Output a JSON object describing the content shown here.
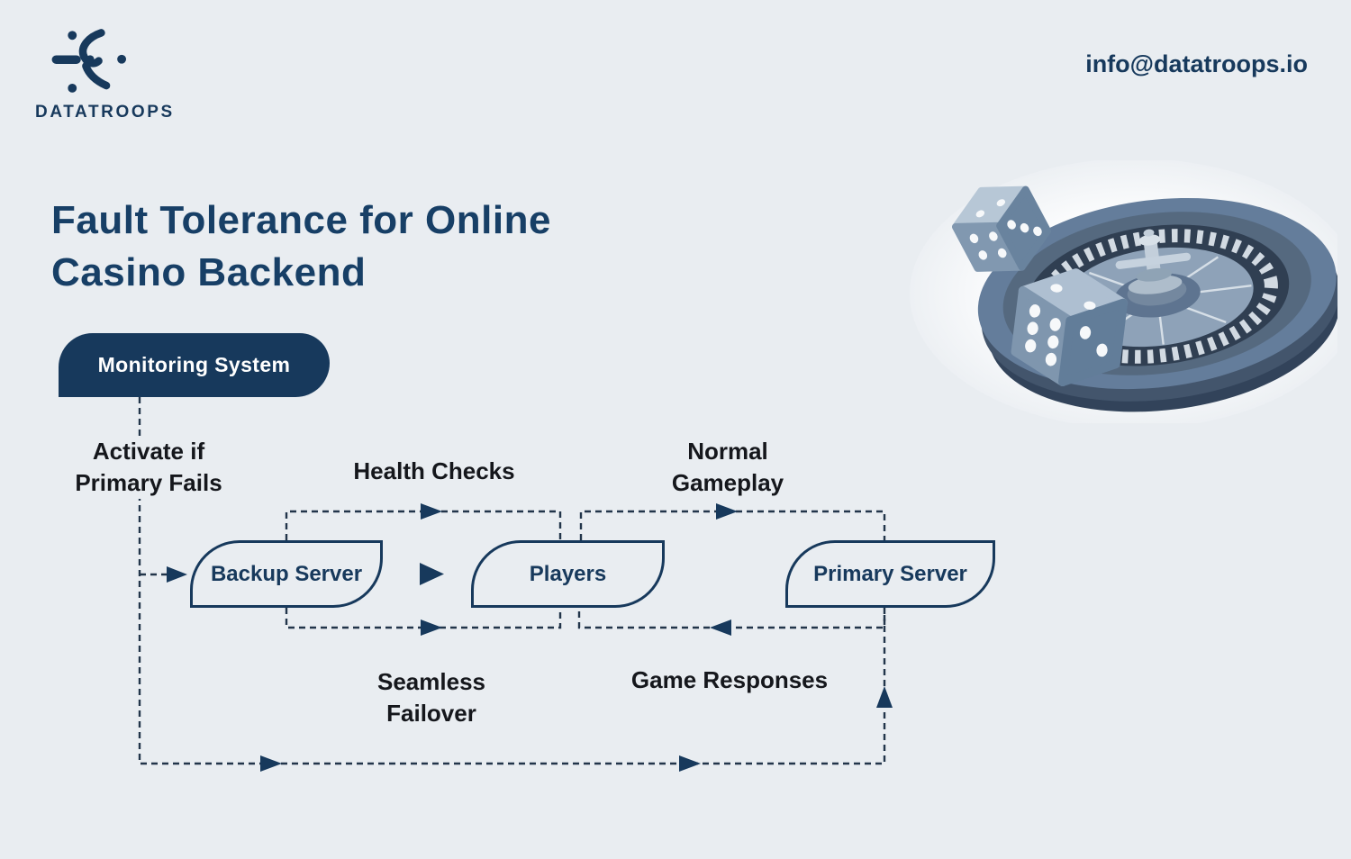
{
  "brand": {
    "name": "DATATROOPS",
    "logo_icon": "datatroops-mark"
  },
  "contact_email": "info@datatroops.io",
  "page_title": "Fault Tolerance for Online Casino Backend",
  "illustration": "roulette-wheel-with-two-dice",
  "colors": {
    "background": "#e9edf1",
    "navy": "#17395c",
    "title_text": "#173f66",
    "flow_label_text": "#15171c",
    "connector_dash": "#22354a",
    "monitoring_fill": "#17395c",
    "monitoring_text": "#ffffff"
  },
  "diagram": {
    "nodes": {
      "monitoring": "Monitoring System",
      "backup": "Backup Server",
      "players": "Players",
      "primary": "Primary Server"
    },
    "flow_labels": {
      "activate": "Activate if Primary Fails",
      "health": "Health Checks",
      "normal": "Normal Gameplay",
      "seamless": "Seamless Failover",
      "responses": "Game Responses"
    }
  }
}
